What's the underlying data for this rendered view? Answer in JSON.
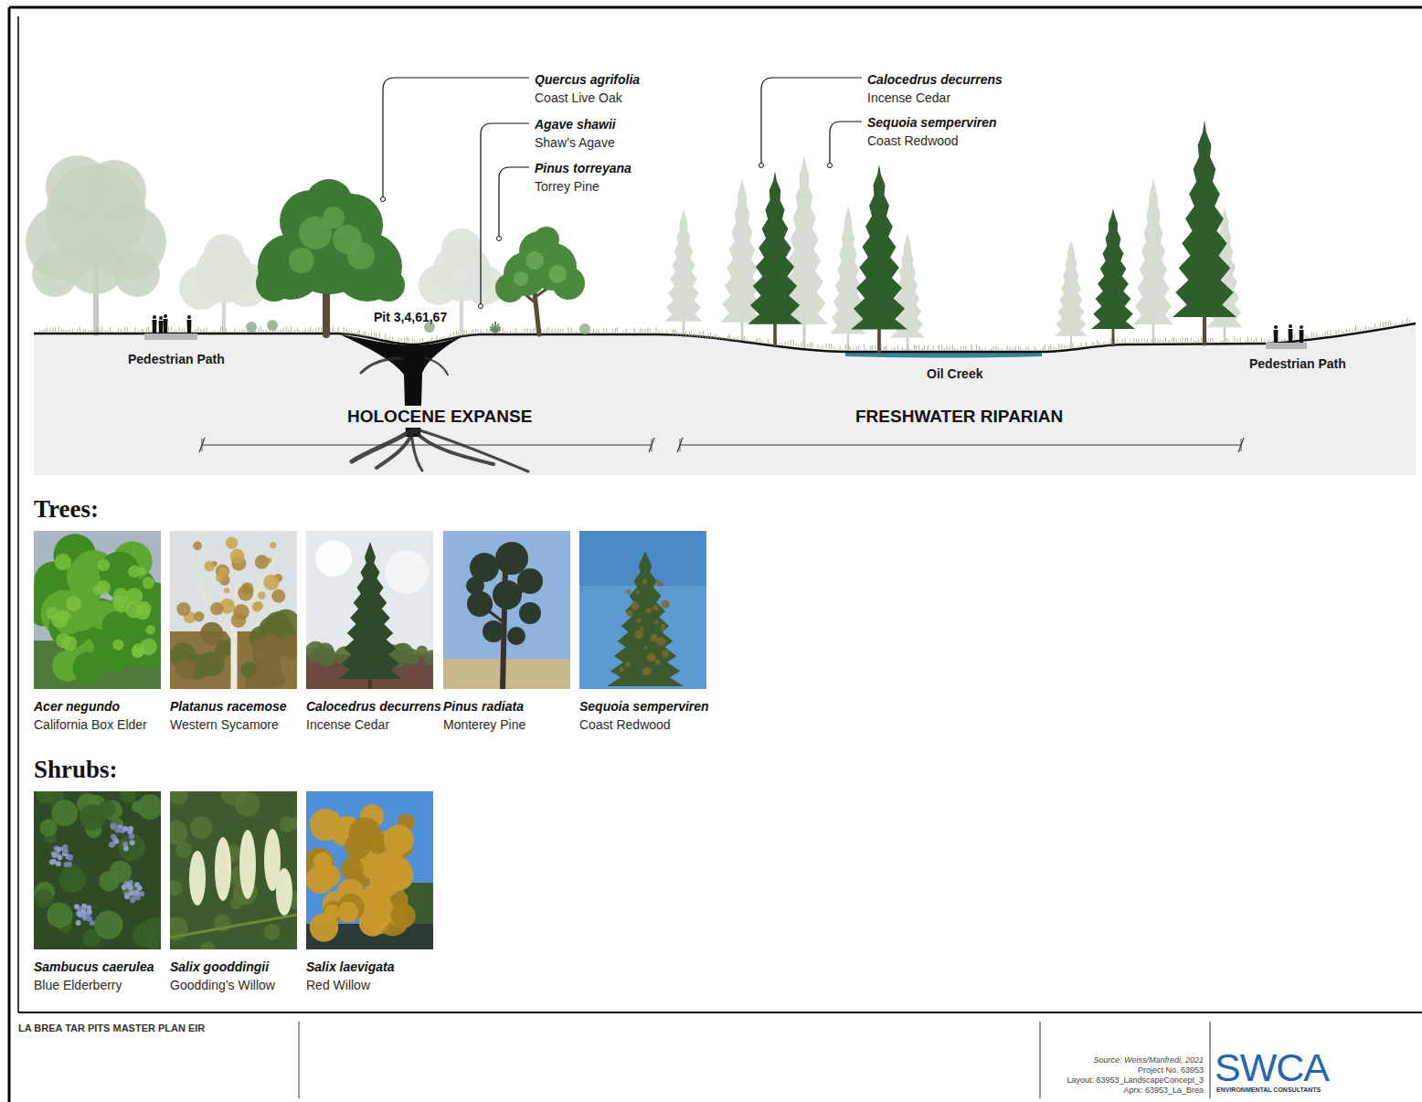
{
  "diagram": {
    "nodes": [
      {
        "text": [
          "Acer negundo",
          "California Box Elder"
        ]
      },
      {
        "text": [
          "Platanus racemose",
          "Western Sycamore"
        ]
      },
      {
        "text": [
          "Calocedrus decurrens",
          "Incense Cedar"
        ]
      },
      {
        "text": [
          "Pinus radiata",
          "Monterey Pine"
        ]
      },
      {
        "text": [
          "Sequoia semperviren",
          "Coast Redwood"
        ]
      },
      {
        "text": [
          "Sambucus caerulea",
          "Blue Elderberry"
        ]
      },
      {
        "text": [
          "Salix gooddingii",
          "Goodding’s Willow"
        ]
      },
      {
        "text": [
          "Salix laevigata",
          "Red Willow"
        ]
      }
    ],
    "labels": [
      "Quercus agrifolia",
      "Coast Live Oak",
      "Agave shawii",
      "Shaw’s Agave",
      "Pinus torreyana",
      "Torrey Pine",
      "Calocedrus decurrens",
      "Incense Cedar",
      "Sequoia semperviren",
      "Coast Redwood",
      "Pit 3,4,61,67",
      "Pedestrian Path",
      "HOLOCENE EXPANSE",
      "Oil Creek",
      "FRESHWATER RIPARIAN",
      "Pedestrian Path",
      "Trees:",
      "Shrubs:",
      "LA BREA TAR PITS MASTER PLAN EIR",
      "Source: Weiss/Manfredi, 2021",
      "Project No. 63953",
      "Layout: 63953_LandscapeConcept_3",
      "Aprx: 63953_La_Brea",
      "SWCA",
      "ENVIRONMENTAL CONSULTANTS"
    ]
  }
}
